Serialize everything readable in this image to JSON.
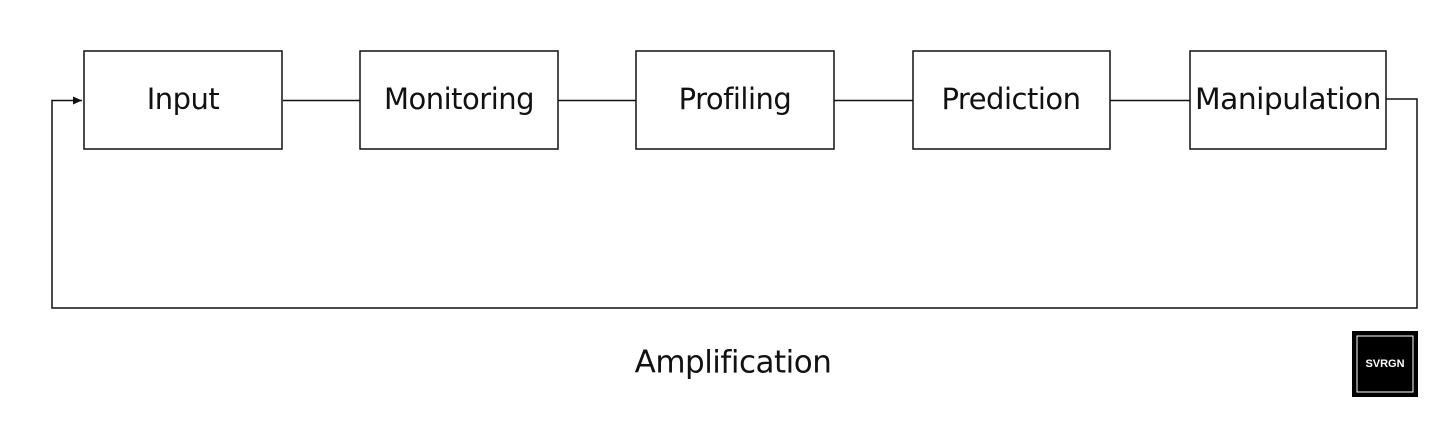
{
  "diagram": {
    "nodes": [
      {
        "id": "input",
        "label": "Input"
      },
      {
        "id": "monitoring",
        "label": "Monitoring"
      },
      {
        "id": "profiling",
        "label": "Profiling"
      },
      {
        "id": "prediction",
        "label": "Prediction"
      },
      {
        "id": "manipulation",
        "label": "Manipulation"
      }
    ],
    "edges": [
      {
        "from": "input",
        "to": "monitoring"
      },
      {
        "from": "monitoring",
        "to": "profiling"
      },
      {
        "from": "profiling",
        "to": "prediction"
      },
      {
        "from": "prediction",
        "to": "manipulation"
      },
      {
        "from": "manipulation",
        "to": "input",
        "type": "feedback-loop"
      }
    ],
    "loop_label": "Amplification"
  },
  "logo": {
    "text": "SVRGN"
  },
  "colors": {
    "stroke": "#111111",
    "background": "#ffffff",
    "logo_bg": "#000000",
    "logo_fg": "#ffffff"
  }
}
